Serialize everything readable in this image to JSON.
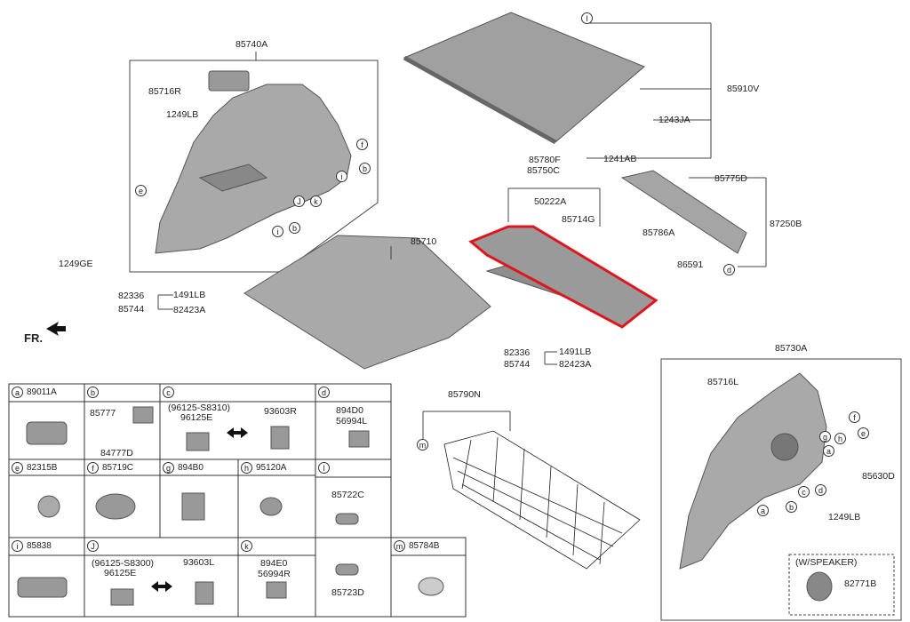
{
  "diagram": {
    "front_label": "FR.",
    "callouts": {
      "p85740A": "85740A",
      "p85716R": "85716R",
      "p1249LB_left": "1249LB",
      "p1249GE": "1249GE",
      "p82336_left": "82336",
      "p85744_left": "85744",
      "p1491LB_left": "1491LB",
      "p82423A_left": "82423A",
      "p85710": "85710",
      "p85910V": "85910V",
      "p1243JA": "1243JA",
      "p1241AB": "1241AB",
      "p85780F": "85780F",
      "p85750C": "85750C",
      "p50222A": "50222A",
      "p85714G": "85714G",
      "p85775D": "85775D",
      "p87250B": "87250B",
      "p85786A": "85786A",
      "p86591": "86591",
      "p82336_right": "82336",
      "p85744_right": "85744",
      "p1491LB_right": "1491LB",
      "p82423A_right": "82423A",
      "p85730A": "85730A",
      "p85716L": "85716L",
      "p85630D": "85630D",
      "p1249LB_right": "1249LB",
      "p85790N": "85790N",
      "wspeaker": "(W/SPEAKER)",
      "p82771B": "82771B"
    },
    "letters": {
      "l": "l",
      "f": "f",
      "b": "b",
      "i": "i",
      "j": "J",
      "k": "k",
      "e": "e",
      "d": "d",
      "a": "a",
      "c": "c",
      "g": "g",
      "h": "h",
      "m": "m"
    }
  },
  "table": {
    "a": {
      "key": "a",
      "part": "89011A"
    },
    "b": {
      "key": "b",
      "part1": "85777",
      "part2": "84777D"
    },
    "c": {
      "key": "c",
      "sub": "(96125-S8310)",
      "part1": "96125E",
      "part2": "93603R"
    },
    "d": {
      "key": "d",
      "part1": "894D0",
      "part2": "56994L"
    },
    "e": {
      "key": "e",
      "part": "82315B"
    },
    "f": {
      "key": "f",
      "part": "85719C"
    },
    "g": {
      "key": "g",
      "part": "894B0"
    },
    "h": {
      "key": "h",
      "part": "95120A"
    },
    "l": {
      "key": "l",
      "part1": "85722C",
      "part2": "85723D"
    },
    "i": {
      "key": "i",
      "part": "85838"
    },
    "j": {
      "key": "J",
      "sub": "(96125-S8300)",
      "part1": "96125E",
      "part2": "93603L"
    },
    "k": {
      "key": "k",
      "part1": "894E0",
      "part2": "56994R"
    },
    "m": {
      "key": "m",
      "part": "85784B"
    }
  },
  "colors": {
    "highlight": "#e0161e",
    "part_fill": "#a9a9a9",
    "part_dark": "#777777"
  }
}
